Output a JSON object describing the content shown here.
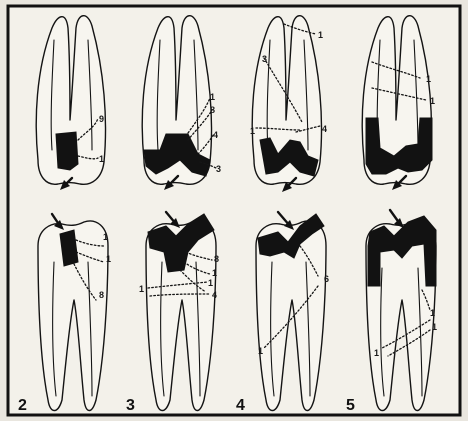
{
  "colors": {
    "background": "#e9e6df",
    "tooth": "#f7f5ef",
    "ink": "#141414",
    "filling": "#121212"
  },
  "panels": [
    {
      "number": "2",
      "top_labels": [
        "9",
        "1"
      ],
      "bottom_labels": [
        "1",
        "1",
        "8"
      ]
    },
    {
      "number": "3",
      "top_labels": [
        "1",
        "8",
        "4",
        "3"
      ],
      "bottom_labels": [
        "8",
        "1",
        "1",
        "4",
        "1"
      ]
    },
    {
      "number": "4",
      "top_labels": [
        "1",
        "3",
        "1",
        "4"
      ],
      "bottom_labels": [
        "6",
        "1"
      ]
    },
    {
      "number": "5",
      "top_labels": [
        "1",
        "1"
      ],
      "bottom_labels": [
        "1",
        "1",
        "1"
      ]
    }
  ]
}
